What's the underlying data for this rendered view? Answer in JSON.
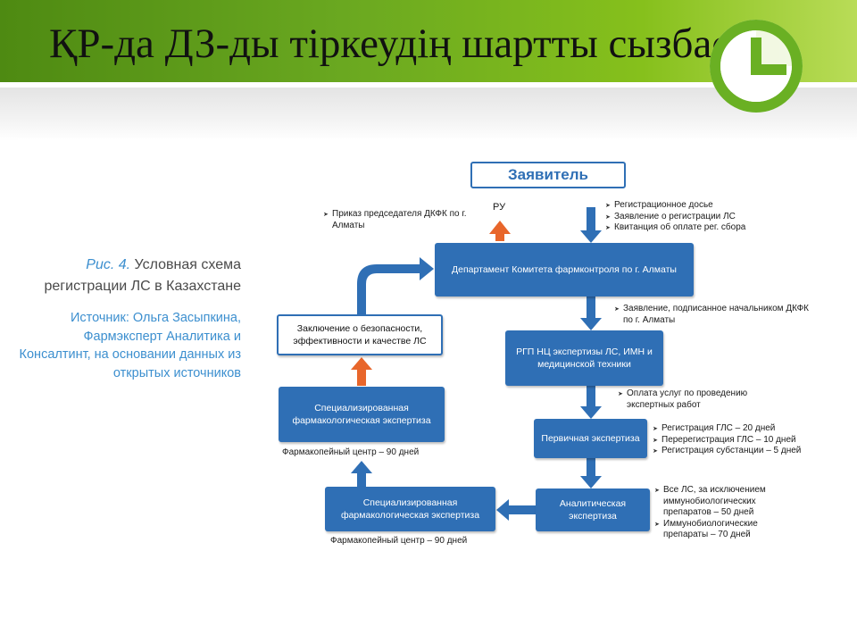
{
  "slide": {
    "title": "ҚР-да ДЗ-ды тіркеудің шартты сызбасы"
  },
  "caption": {
    "figure_label": "Рис. 4.",
    "title_line1": " Условная схема",
    "title_line2": "регистрации ЛС в Казахстане",
    "source_lines": [
      "Источник: Ольга Засыпкина,",
      "Фармэксперт Аналитика и",
      "Консалтинт, на основании данных из",
      "открытых источников"
    ]
  },
  "diagram": {
    "applicant": "Заявитель",
    "ru_label": "РУ",
    "order_note": "Приказ председателя ДКФК по г. Алматы",
    "applicant_docs": [
      "Регистрационное досье",
      "Заявление о регистрации ЛС",
      "Квитанция об оплате рег. сбора"
    ],
    "department": "Департамент Комитета фармконтроля по г. Алматы",
    "conclusion": "Заключение о безопасности, эффективности и качестве ЛС",
    "dept_note": "Заявление, подписанное начальником ДКФК по г. Алматы",
    "rgp": "РГП НЦ экспертизы ЛС, ИМН и медицинской техники",
    "payment_note": "Оплата услуг по проведению экспертных работ",
    "special_upper": "Специализированная фармакологическая экспертиза",
    "pharma_center_upper": "Фармакопейный центр – 90 дней",
    "primary": "Первичная экспертиза",
    "primary_terms": [
      "Регистрация ГЛС – 20 дней",
      "Перерегистрация ГЛС – 10 дней",
      "Регистрация субстанции – 5 дней"
    ],
    "special_lower": "Специализированная фармакологическая экспертиза",
    "pharma_center_lower": "Фармакопейный центр – 90 дней",
    "analytical": "Аналитическая экспертиза",
    "analytical_terms": [
      "Все ЛС, за исключением иммунобиологических препаратов – 50 дней",
      "Иммунобиологические препараты – 70 дней"
    ]
  },
  "colors": {
    "box_blue": "#2f6fb5",
    "arrow_orange": "#e8662b",
    "caption_blue": "#3c8fcf",
    "header_green": "#6aa820"
  }
}
